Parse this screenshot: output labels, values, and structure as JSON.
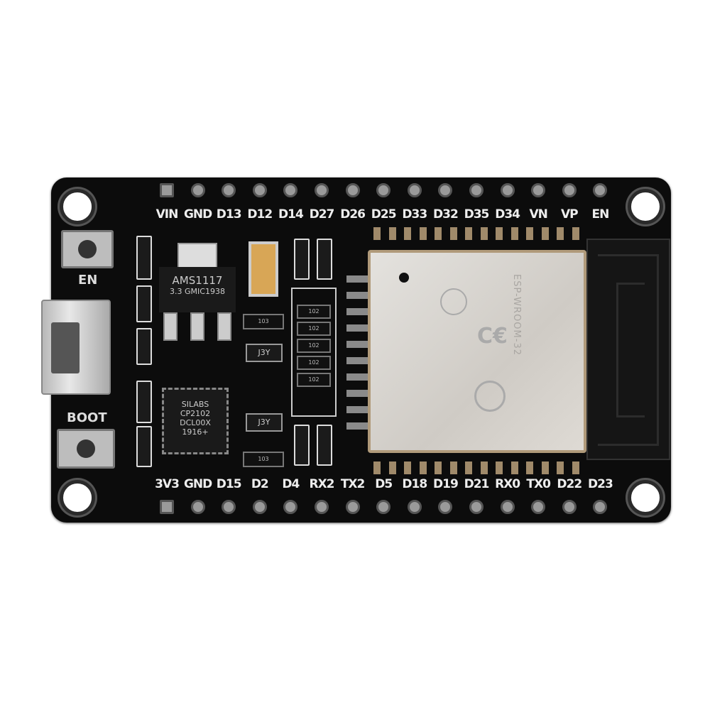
{
  "board": {
    "top_pins": [
      "VIN",
      "GND",
      "D13",
      "D12",
      "D14",
      "D27",
      "D26",
      "D25",
      "D33",
      "D32",
      "D35",
      "D34",
      "VN",
      "VP",
      "EN"
    ],
    "bottom_pins": [
      "3V3",
      "GND",
      "D15",
      "D2",
      "D4",
      "RX2",
      "TX2",
      "D5",
      "D18",
      "D19",
      "D21",
      "RX0",
      "TX0",
      "D22",
      "D23"
    ],
    "buttons": {
      "en": "EN",
      "boot": "BOOT"
    },
    "regulator": {
      "line1": "AMS1117",
      "line2": "3.3  GMIC1938"
    },
    "usb_chip": {
      "line1": "SILABS",
      "line2": "CP2102",
      "line3": "DCL00X",
      "line4": "1916+"
    },
    "transistor": "J3Y",
    "resistor_code": "103",
    "led_resistor_code": "102",
    "module": {
      "text": "ESP-WROOM-32"
    },
    "colors": {
      "pcb": "#0c0c0c",
      "shield": "#dcd9d4",
      "silkscreen": "#eeeeee"
    }
  }
}
